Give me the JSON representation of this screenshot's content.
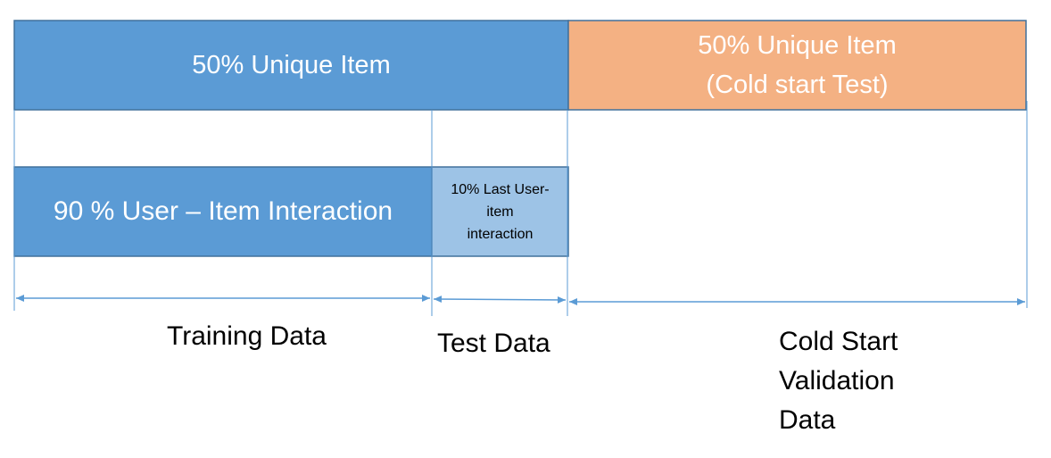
{
  "colors": {
    "unique_blue": "#5B9BD5",
    "interaction_blue": "#5B9BD5",
    "test_light_blue": "#9DC3E6",
    "cold_orange": "#F4B183",
    "border_blue": "#41719C",
    "line_blue": "#5B9BD5"
  },
  "boxes": {
    "unique_item": "50% Unique Item",
    "cold_start_item": "50% Unique Item\n(Cold start Test)",
    "user_item_interaction": "90 % User – Item Interaction",
    "last_interaction": "10% Last User-\nitem\ninteraction"
  },
  "labels": {
    "training": "Training Data",
    "test": "Test Data",
    "cold_start_validation": "Cold Start\nValidation\nData"
  }
}
